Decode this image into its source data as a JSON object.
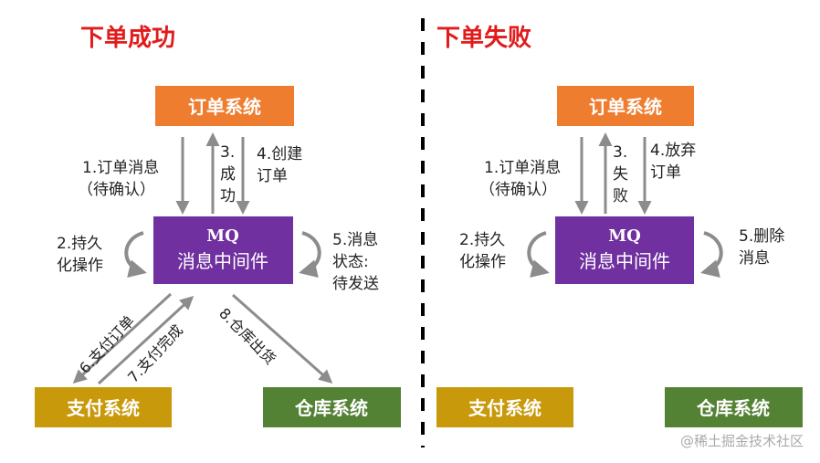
{
  "colors": {
    "title": "#e11b1b",
    "order_box": "#ee7d2f",
    "mq_box": "#7030a0",
    "pay_box": "#c8990a",
    "stock_box": "#548235",
    "arrow": "#8c8c8c",
    "divider": "#000000",
    "watermark": "#aaaaaa"
  },
  "success": {
    "title": "下单成功",
    "order_system": "订单系统",
    "mq_line1": "MQ",
    "mq_line2": "消息中间件",
    "pay_system": "支付系统",
    "stock_system": "仓库系统",
    "step1": [
      "1.订单消息",
      "（待确认）"
    ],
    "step3": [
      "3.",
      "成",
      "功"
    ],
    "step4": [
      "4.创建",
      "订单"
    ],
    "step2": [
      "2.持久",
      "化操作"
    ],
    "step5": [
      "5.消息",
      "状态:",
      "待发送"
    ],
    "step6": "6.支付订单",
    "step7": "7.支付完成",
    "step8": "8.仓库出货"
  },
  "failure": {
    "title": "下单失败",
    "order_system": "订单系统",
    "mq_line1": "MQ",
    "mq_line2": "消息中间件",
    "pay_system": "支付系统",
    "stock_system": "仓库系统",
    "step1": [
      "1.订单消息",
      "（待确认）"
    ],
    "step3": [
      "3.",
      "失",
      "败"
    ],
    "step4": [
      "4.放弃",
      "订单"
    ],
    "step2": [
      "2.持久",
      "化操作"
    ],
    "step5": [
      "5.删除",
      "消息"
    ]
  },
  "watermark": "@稀土掘金技术社区"
}
